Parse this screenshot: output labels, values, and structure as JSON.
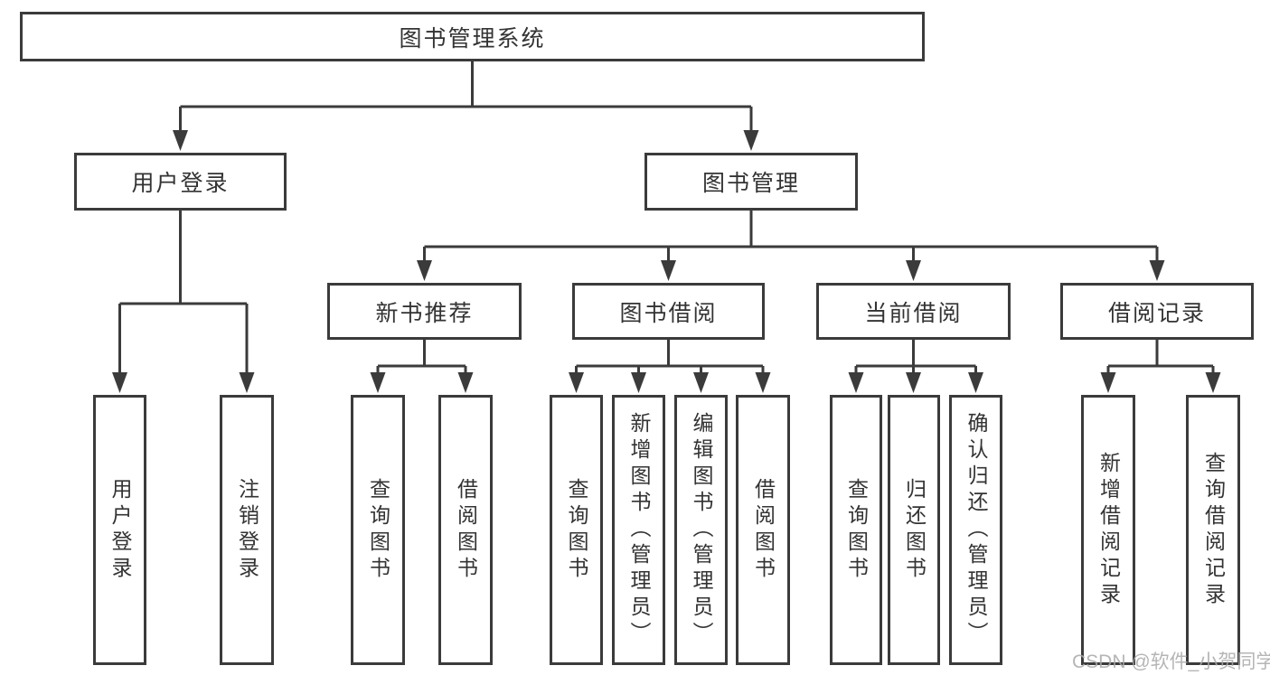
{
  "tree": {
    "label": "图书管理系统",
    "children": [
      {
        "label": "用户登录",
        "children": [
          {
            "label": "用户登录"
          },
          {
            "label": "注销登录"
          }
        ]
      },
      {
        "label": "图书管理",
        "children": [
          {
            "label": "新书推荐",
            "children": [
              {
                "label": "查询图书"
              },
              {
                "label": "借阅图书"
              }
            ]
          },
          {
            "label": "图书借阅",
            "children": [
              {
                "label": "查询图书"
              },
              {
                "label": "新增图书（管理员）"
              },
              {
                "label": "编辑图书（管理员）"
              },
              {
                "label": "借阅图书"
              }
            ]
          },
          {
            "label": "当前借阅",
            "children": [
              {
                "label": "查询图书"
              },
              {
                "label": "归还图书"
              },
              {
                "label": "确认归还（管理员）"
              }
            ]
          },
          {
            "label": "借阅记录",
            "children": [
              {
                "label": "新增借阅记录"
              },
              {
                "label": "查询借阅记录"
              }
            ]
          }
        ]
      }
    ]
  },
  "watermark": "CSDN @软件_小贺同学",
  "colors": {
    "line": "#3b3b3b",
    "text": "#333333",
    "background": "#ffffff",
    "watermark": "#a9a9ab"
  }
}
